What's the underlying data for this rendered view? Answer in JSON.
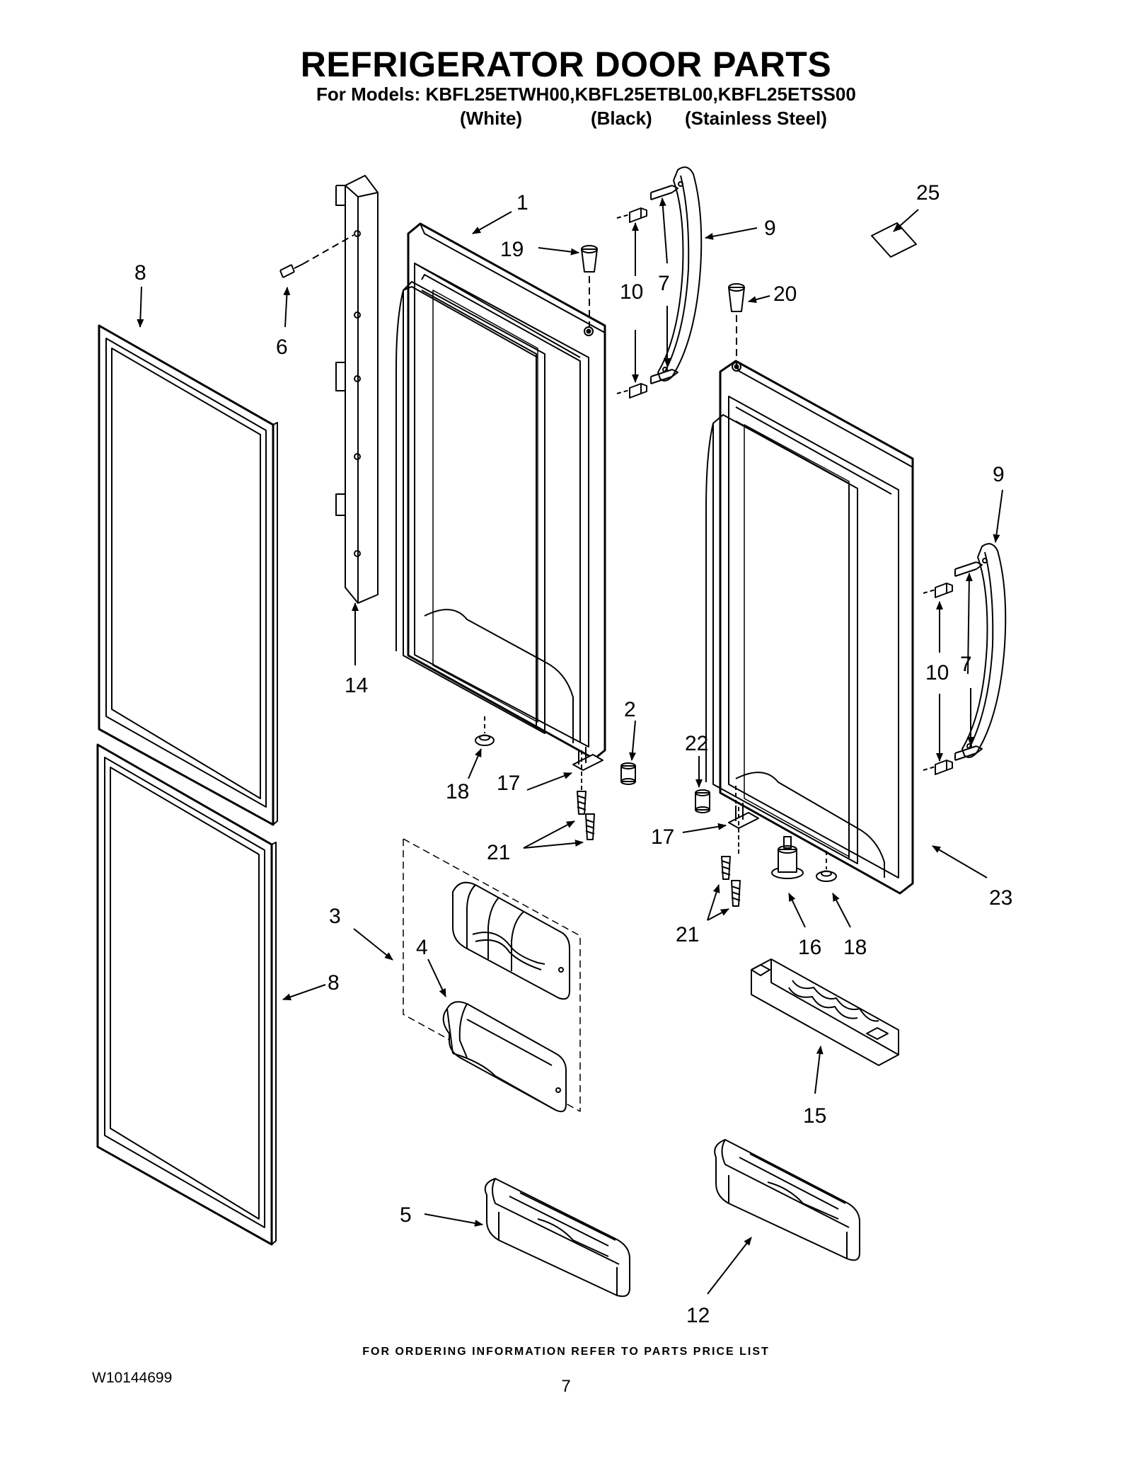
{
  "header": {
    "title": "REFRIGERATOR DOOR PARTS",
    "models": "For Models: KBFL25ETWH00,KBFL25ETBL00,KBFL25ETSS00",
    "variants": [
      "(White)",
      "(Black)",
      "(Stainless Steel)"
    ]
  },
  "callouts": [
    "1",
    "19",
    "10",
    "7",
    "9",
    "25",
    "20",
    "8",
    "6",
    "14",
    "18",
    "17",
    "2",
    "21",
    "3",
    "4",
    "8",
    "9",
    "10",
    "7",
    "22",
    "17",
    "21",
    "16",
    "18",
    "23",
    "15",
    "5",
    "12"
  ],
  "footer": {
    "ordering_note": "FOR ORDERING INFORMATION REFER TO PARTS PRICE LIST",
    "doc_id": "W10144699",
    "page_number": "7"
  }
}
